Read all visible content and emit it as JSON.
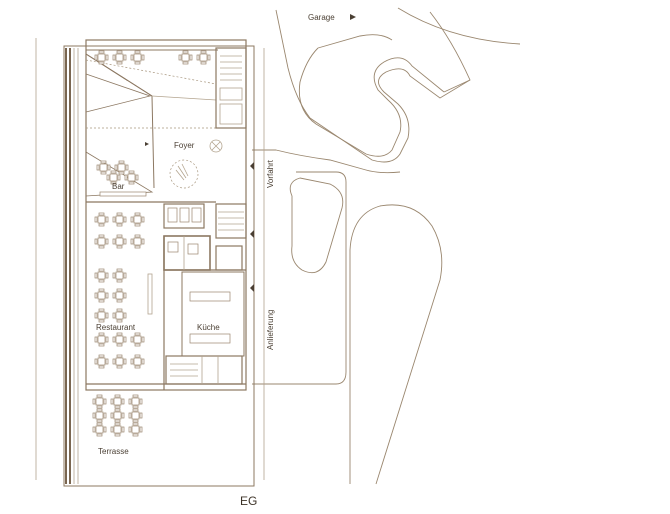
{
  "plan": {
    "level": "EG",
    "rooms": {
      "foyer": "Foyer",
      "bar": "Bar",
      "restaurant": "Restaurant",
      "kitchen": "Küche",
      "terrace": "Terrasse"
    },
    "streets": {
      "garage": "Garage",
      "drive_in": "Vorfahrt",
      "delivery": "Anlieferung"
    },
    "colors": {
      "line": "#8c7862",
      "text": "#4a3f33",
      "background": "#ffffff"
    }
  }
}
